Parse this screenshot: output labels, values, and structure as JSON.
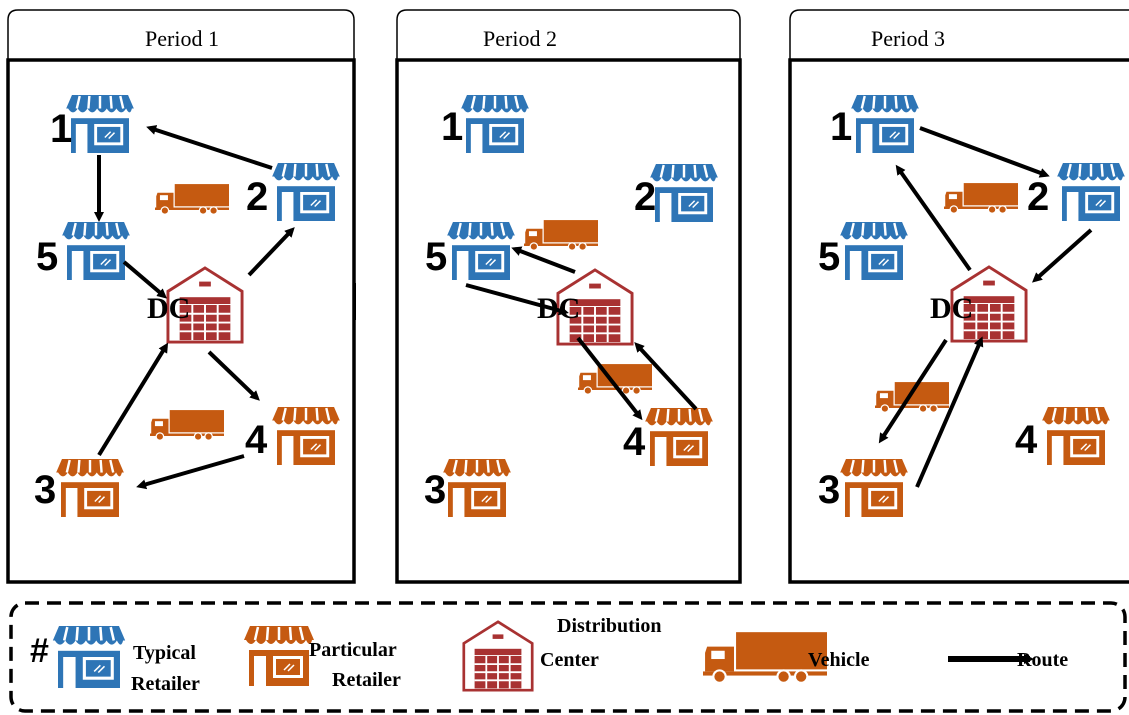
{
  "periods": [
    {
      "title": "Period 1"
    },
    {
      "title": "Period 2"
    },
    {
      "title": "Period 3"
    }
  ],
  "retailer_numbers": [
    "1",
    "2",
    "3",
    "4",
    "5"
  ],
  "dc_label": "DC",
  "legend": {
    "hash": "#",
    "typical_line1": "Typical",
    "typical_line2": "Retailer",
    "particular_line1": "Particular",
    "particular_line2": "Retailer",
    "dc_line1": "Distribution",
    "dc_line2": "Center",
    "vehicle": "Vehicle",
    "route": "Route"
  },
  "colors": {
    "typical": "#2e75b6",
    "particular": "#c55a11",
    "dc": "#a83232",
    "vehicle": "#c55a11",
    "route": "#000000"
  },
  "icons": {
    "typical": "store-icon",
    "particular": "store-icon",
    "dc": "warehouse-icon",
    "vehicle": "truck-icon",
    "route": "arrow-icon"
  }
}
